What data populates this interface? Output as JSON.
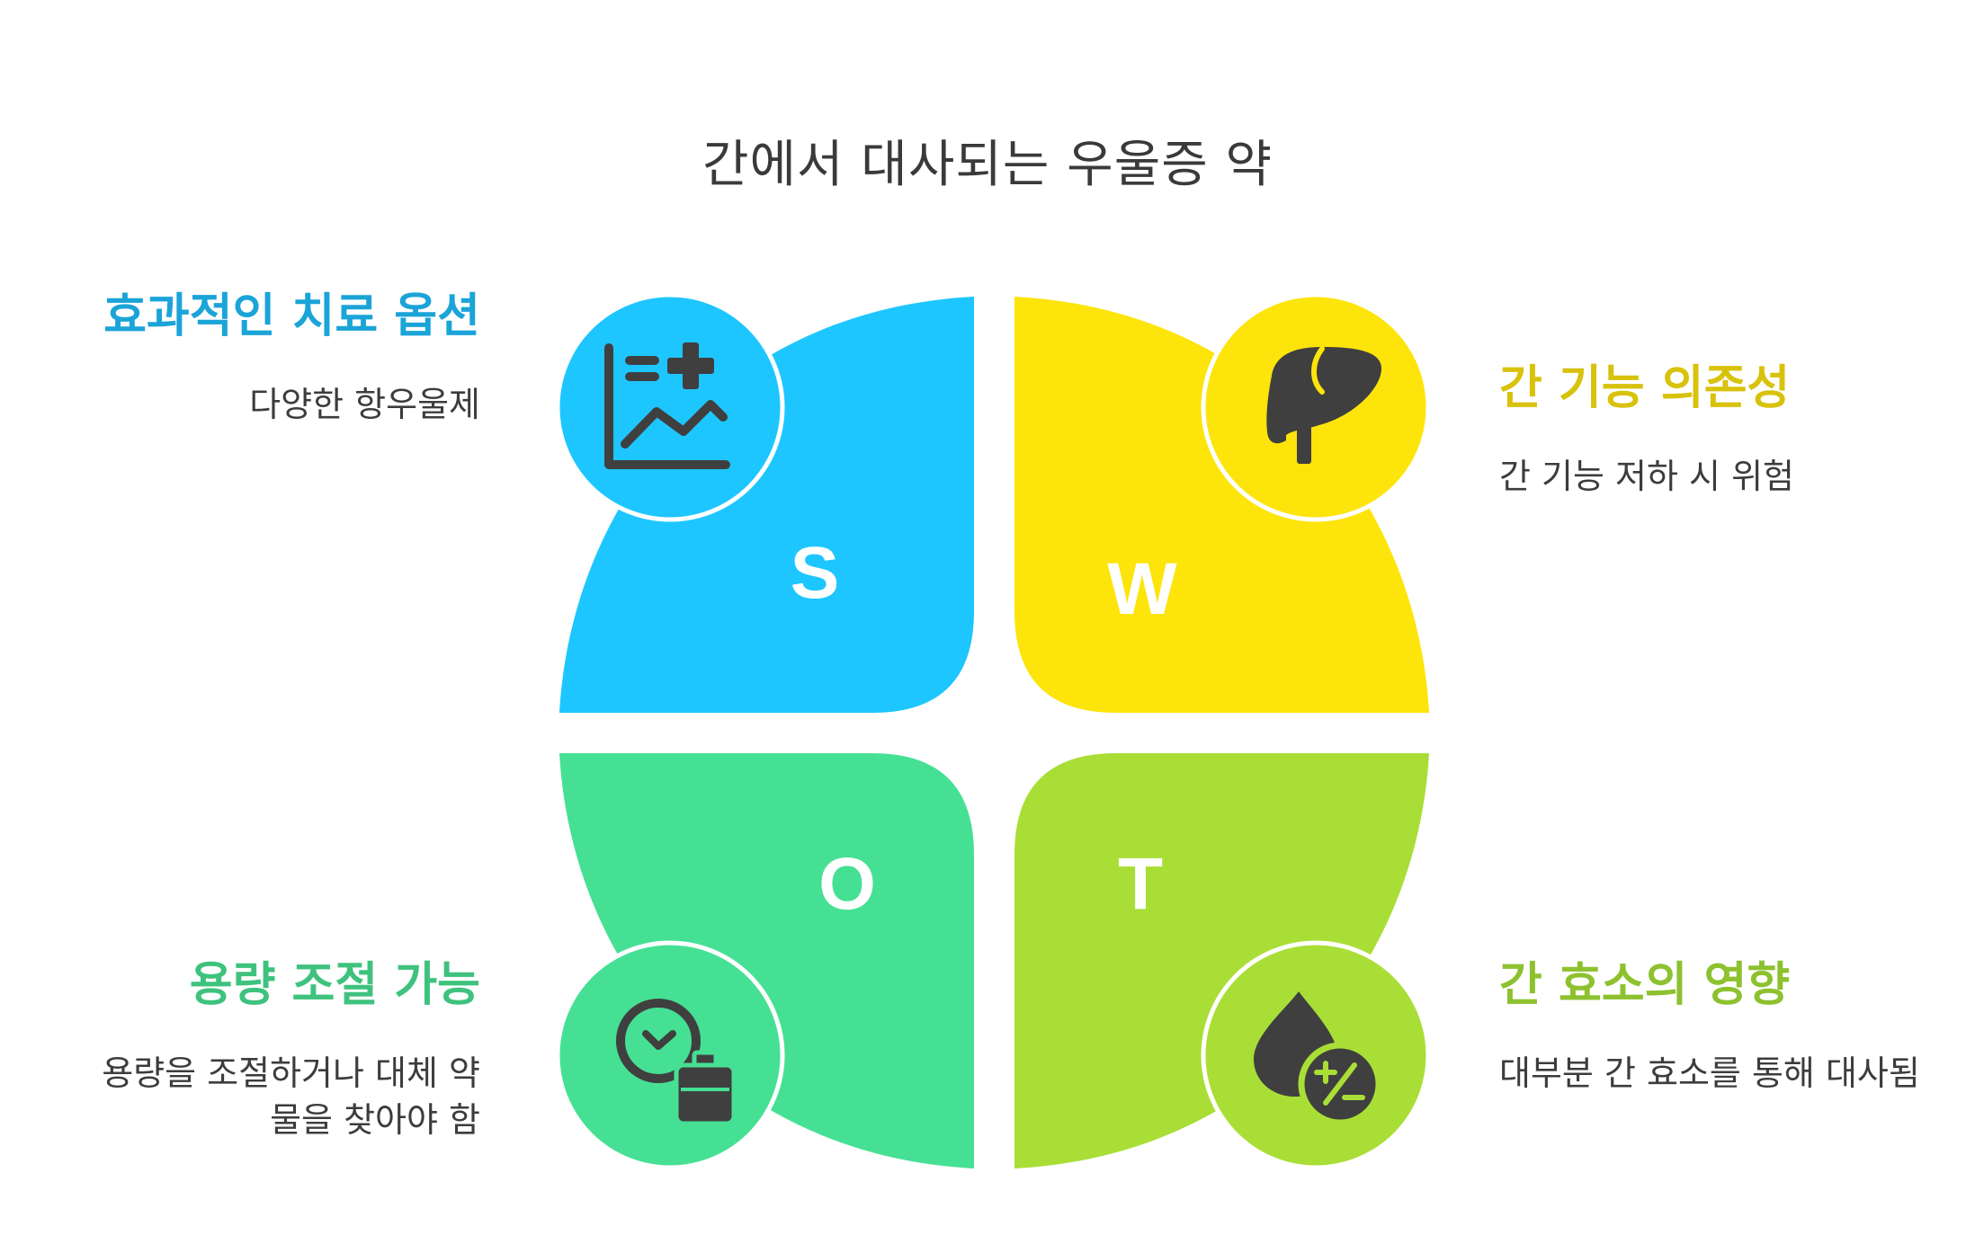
{
  "title": "간에서 대사되는 우울증 약",
  "colors": {
    "strengths": "#1ec6ff",
    "weaknesses": "#fde40b",
    "opportunities": "#46e094",
    "threats": "#a9de36",
    "heading_strengths": "#1ba4d8",
    "heading_weaknesses": "#d8c20b",
    "heading_opportunities": "#3ec27e",
    "heading_threats": "#8dc12f",
    "icon": "#3f3f3f"
  },
  "quadrants": {
    "s": {
      "letter": "S",
      "heading": "효과적인 치료 옵션",
      "description": "다양한 항우울제",
      "icon": "chart-plus-icon"
    },
    "w": {
      "letter": "W",
      "heading": "간 기능 의존성",
      "description": "간 기능 저하 시 위험",
      "icon": "liver-icon"
    },
    "o": {
      "letter": "O",
      "heading": "용량 조절 가능",
      "description": "용량을 조절하거나 대체 약물을 찾아야 함",
      "icon": "clock-bottle-icon"
    },
    "t": {
      "letter": "T",
      "heading": "간 효소의 영향",
      "description": "대부분 간 효소를 통해 대사됨",
      "icon": "drop-plus-minus-icon"
    }
  }
}
